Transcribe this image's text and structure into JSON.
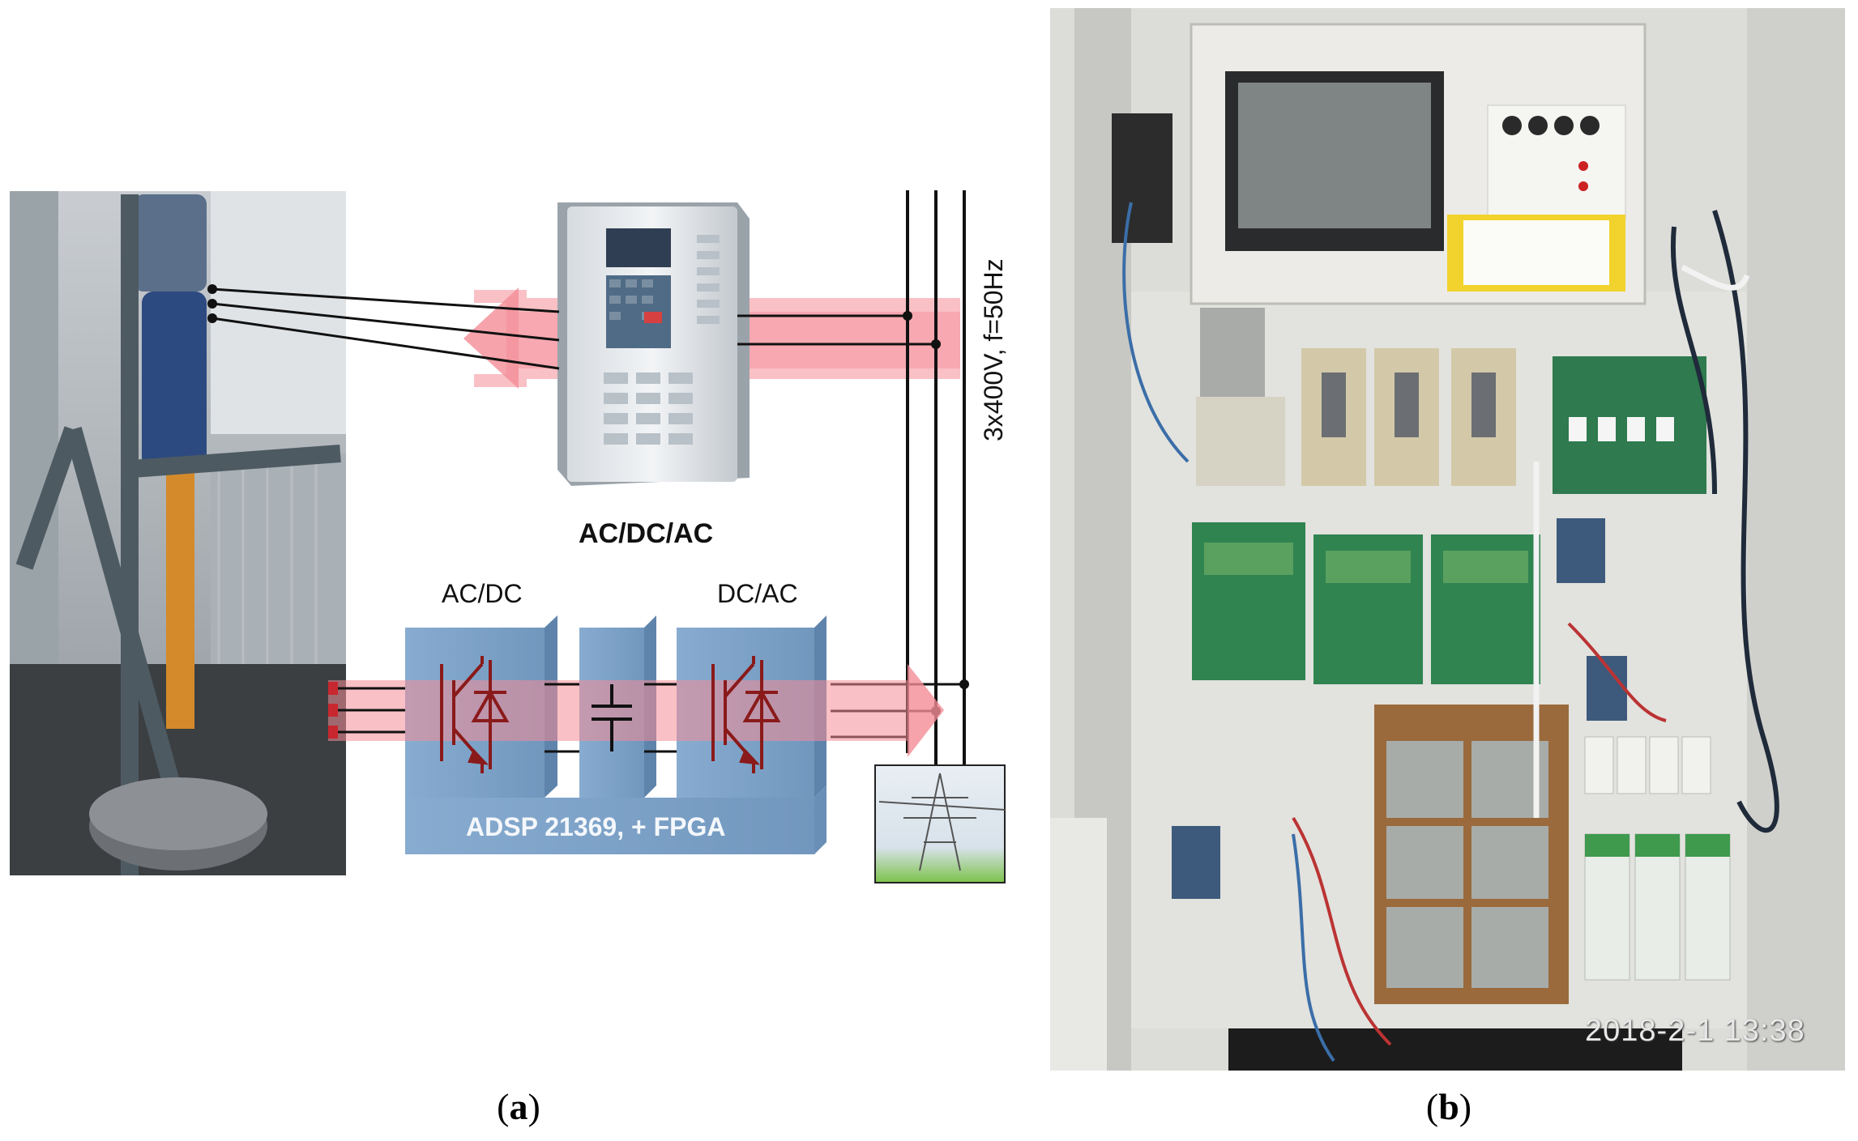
{
  "panel_a": {
    "inverter_label": "AC/DC/AC",
    "rectifier_label": "AC/DC",
    "inverter_stage_label": "DC/AC",
    "controller_label": "ADSP 21369, + FPGA",
    "grid_label": "3x400V, f=50Hz",
    "caption_letter": "a"
  },
  "panel_b": {
    "timestamp": "2018-2-1 13:38",
    "caption_letter": "b"
  },
  "colors": {
    "power_flow": "#f48c96",
    "converter_block": "#7fa6cc",
    "igbt_symbol": "#8a1a1a"
  }
}
